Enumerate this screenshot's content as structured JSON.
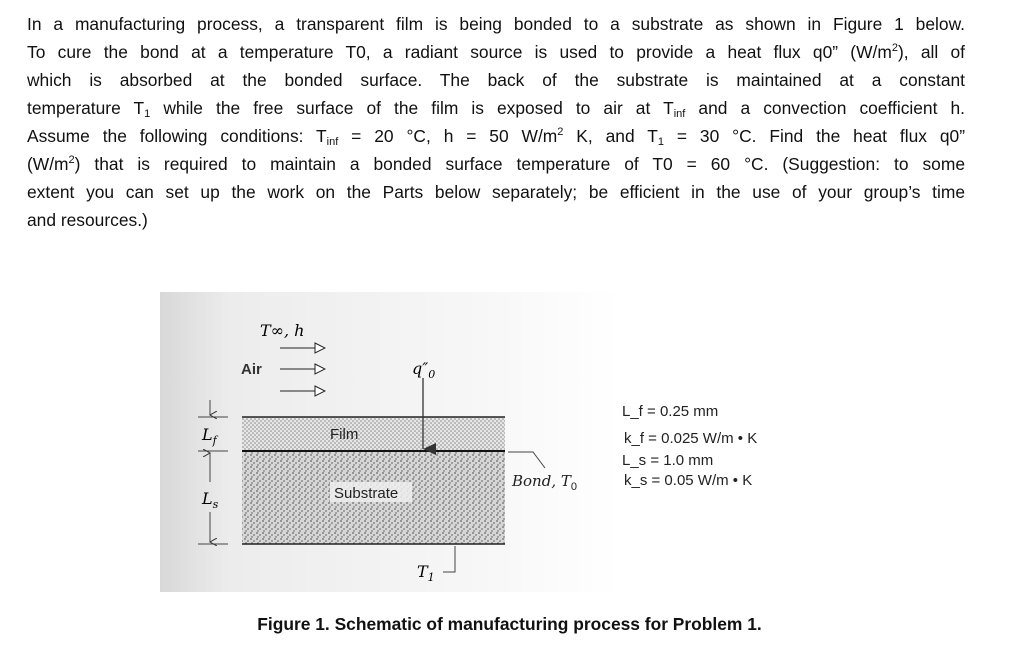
{
  "problem_lines": [
    [
      [
        "In a manufacturing process, a transparent film is being bonded to a substrate as shown in Figure 1 below.",
        ""
      ]
    ],
    [
      [
        "To cure the bond at a temperature T",
        ""
      ],
      [
        "0",
        ""
      ],
      [
        ", a radiant source is used to provide a heat flux q",
        ""
      ],
      [
        "0",
        ""
      ],
      [
        "” (W/m",
        ""
      ],
      [
        "2",
        "sup"
      ],
      [
        "), all of",
        ""
      ]
    ],
    [
      [
        "which is absorbed at the bonded surface. The back of the substrate is maintained at a constant",
        ""
      ]
    ],
    [
      [
        "temperature T",
        ""
      ],
      [
        "1",
        "sub"
      ],
      [
        " while the free surface of the film is exposed to air at T",
        ""
      ],
      [
        "inf",
        "sub"
      ],
      [
        " and a convection coefficient h.",
        ""
      ]
    ],
    [
      [
        "Assume the following conditions: T",
        ""
      ],
      [
        "inf",
        "sub"
      ],
      [
        " = 20 °C, h = 50 W/m",
        ""
      ],
      [
        "2",
        "sup"
      ],
      [
        " K, and T",
        ""
      ],
      [
        "1",
        "sub"
      ],
      [
        " = 30 °C. Find the heat flux q",
        ""
      ],
      [
        "0",
        ""
      ],
      [
        "”",
        ""
      ]
    ],
    [
      [
        "(W/m",
        ""
      ],
      [
        "2",
        "sup"
      ],
      [
        ") that is required to maintain a bonded surface temperature of T",
        ""
      ],
      [
        "0",
        ""
      ],
      [
        " = 60 °C. (Suggestion: to some",
        ""
      ]
    ],
    [
      [
        "extent you can set up the work on the Parts below separately; be efficient in the use of your group’s time",
        ""
      ]
    ],
    [
      [
        "and resources.)",
        ""
      ]
    ]
  ],
  "figure": {
    "t_inf_label": "T∞, h",
    "air_label": "Air",
    "q_label": "q″",
    "q_sub": "0",
    "film_label": "Film",
    "substrate_label": "Substrate",
    "bond_label": "Bond, T",
    "bond_sub": "0",
    "t1_label": "T",
    "t1_sub": "1",
    "lf_label": "L",
    "lf_sub": "f",
    "ls_label": "L",
    "ls_sub": "s",
    "properties": [
      "L_f = 0.25 mm",
      "k_f = 0.025 W/m • K",
      "L_s = 1.0 mm",
      "k_s = 0.05 W/m • K"
    ],
    "prop_values": [
      "= 0.25 mm",
      "= 0.025 W/m • K",
      "= 1.0 mm",
      "= 0.05 W/m • K"
    ],
    "prop_vars": [
      "L",
      "k",
      "L",
      "k"
    ],
    "prop_subs": [
      "f",
      "f",
      "s",
      "s"
    ]
  },
  "caption": "Figure 1. Schematic of manufacturing process for Problem 1."
}
